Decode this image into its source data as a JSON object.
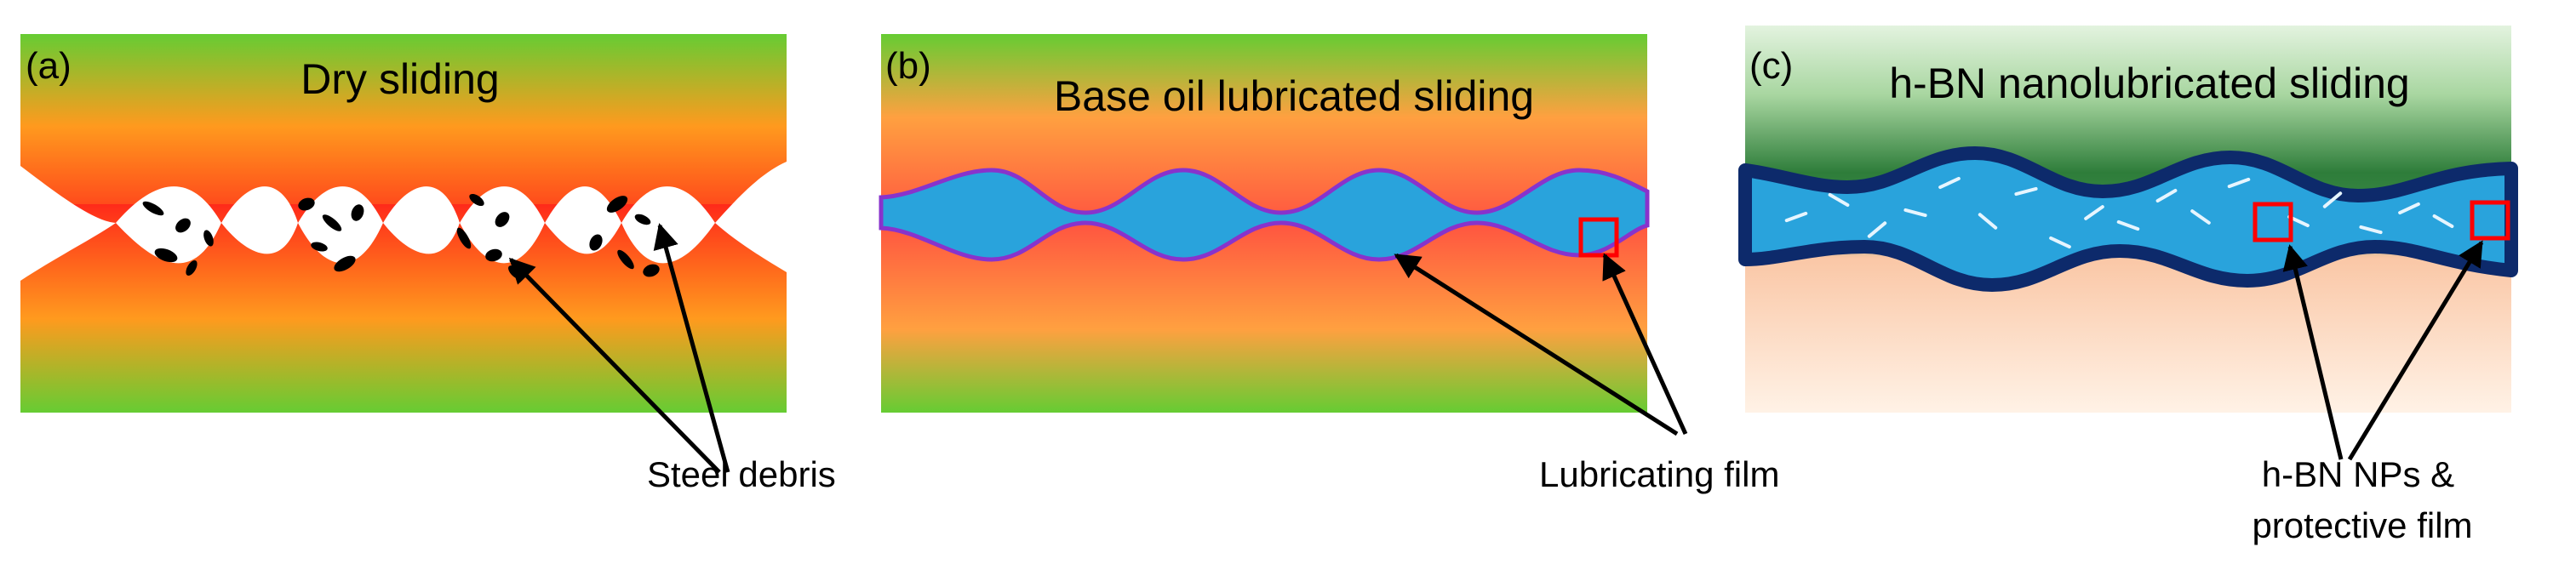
{
  "panels": [
    {
      "label": "(a)",
      "title": "Dry sliding",
      "callout": [
        "Steel debris"
      ]
    },
    {
      "label": "(b)",
      "title": "Base oil lubricated sliding",
      "callout": [
        "Lubricating film"
      ]
    },
    {
      "label": "(c)",
      "title": "h-BN nanolubricated sliding",
      "callout": [
        "h-BN NPs &",
        "protective film"
      ]
    }
  ],
  "colors": {
    "steel_red": "#ff2a1a",
    "steel_green": "#66cc33",
    "oil_blue": "#29a3dc",
    "film_outline": "#8833cc",
    "protective_film": "#0d2a6b",
    "marker_red": "#ff0000",
    "debris": "#000000"
  }
}
